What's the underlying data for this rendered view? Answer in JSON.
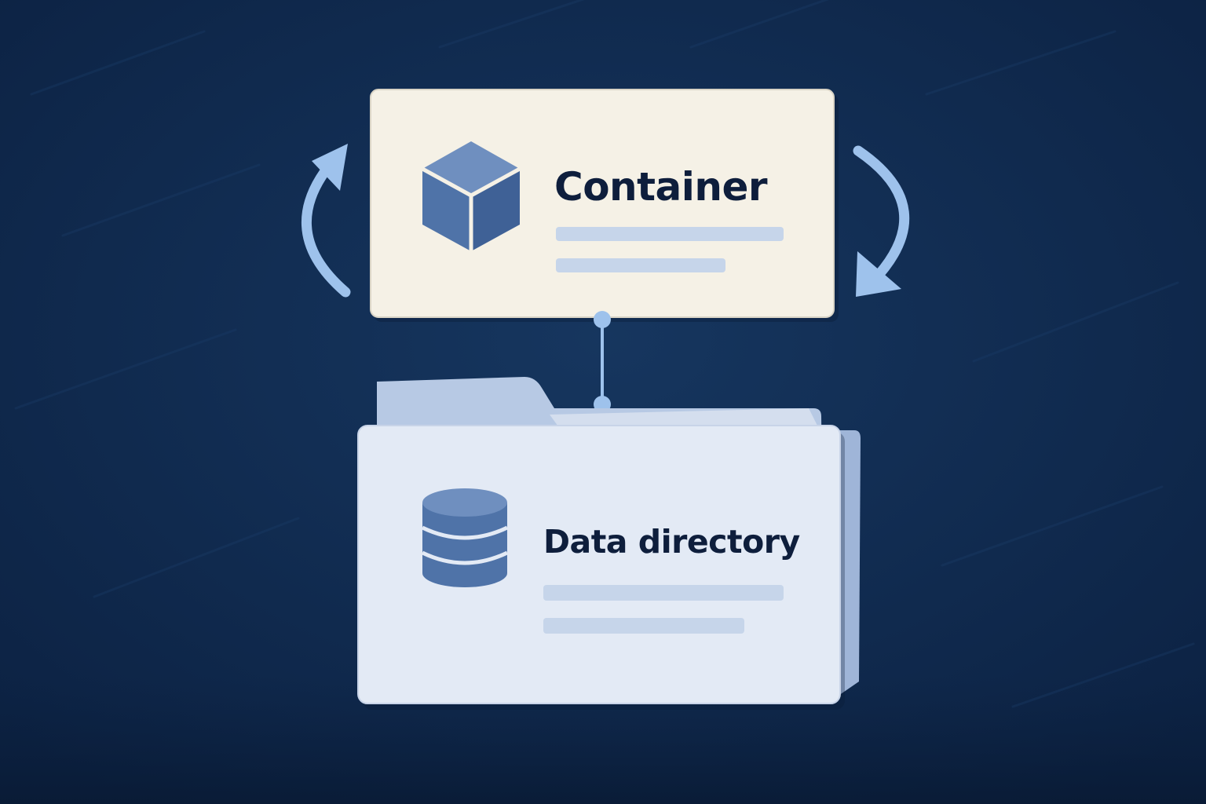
{
  "diagram": {
    "container": {
      "label": "Container",
      "icon": "cube-icon"
    },
    "data_directory": {
      "label": "Data directory",
      "icon": "database-icon",
      "container_icon": "folder-icon"
    },
    "connector": "mount-link",
    "cycle_arrows": [
      "cycle-arrow-left",
      "cycle-arrow-right"
    ]
  },
  "colors": {
    "background": "#0f2a4e",
    "card_container": "#f5f1e6",
    "card_folder": "#e3eaf5",
    "accent": "#9ec2ec",
    "icon": "#4a6fa5",
    "text": "#0e1e3c",
    "placeholder_line": "#c6d5ea"
  }
}
